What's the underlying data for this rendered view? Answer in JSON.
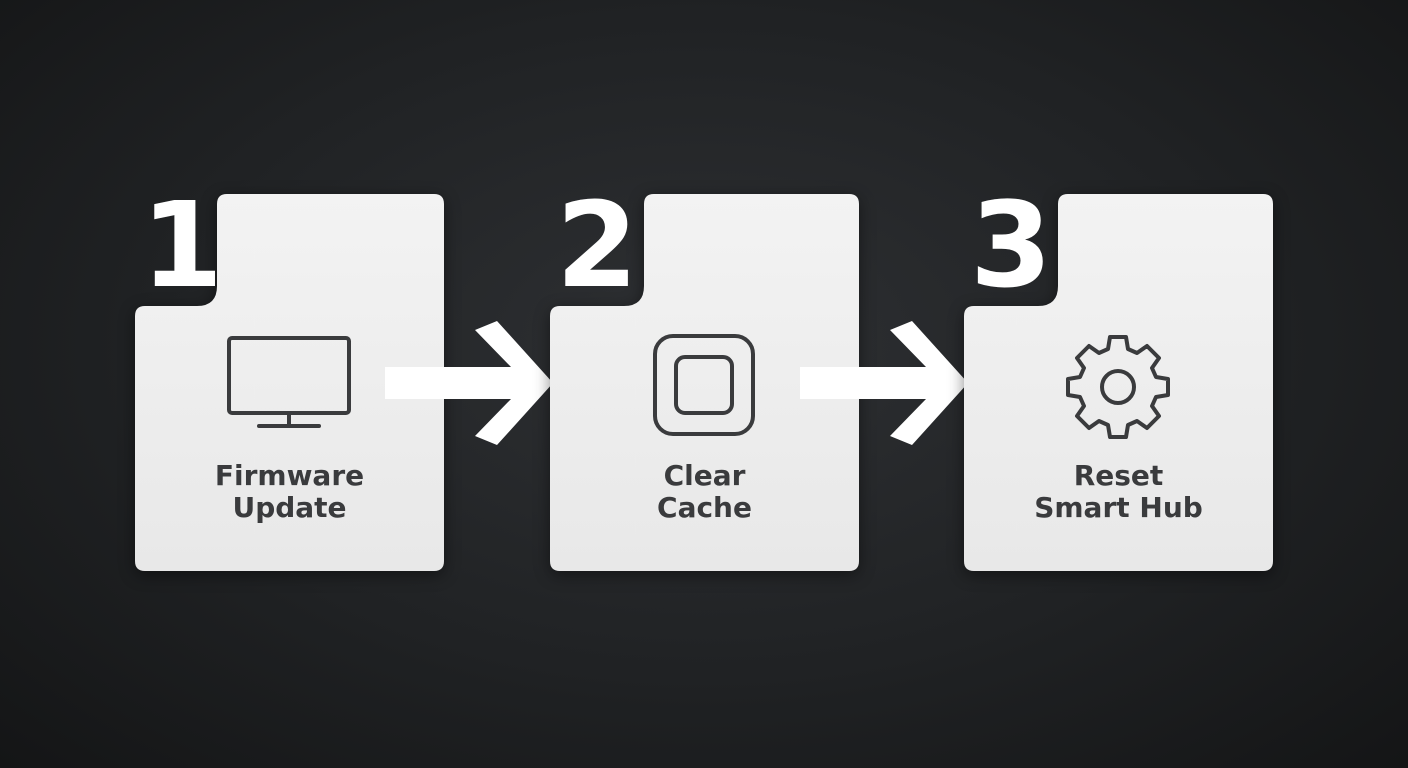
{
  "steps": [
    {
      "number": "1",
      "label_line1": "Firmware",
      "label_line2": "Update",
      "icon": "tv-icon"
    },
    {
      "number": "2",
      "label_line1": "Clear",
      "label_line2": "Cache",
      "icon": "rounded-square-icon"
    },
    {
      "number": "3",
      "label_line1": "Reset",
      "label_line2": "Smart Hub",
      "icon": "gear-icon"
    }
  ],
  "colors": {
    "background": "#1c1d1f",
    "card": "#efefef",
    "number": "#ffffff",
    "arrow": "#ffffff",
    "icon_stroke": "#3a3b3d",
    "label": "#3a3b3d"
  }
}
